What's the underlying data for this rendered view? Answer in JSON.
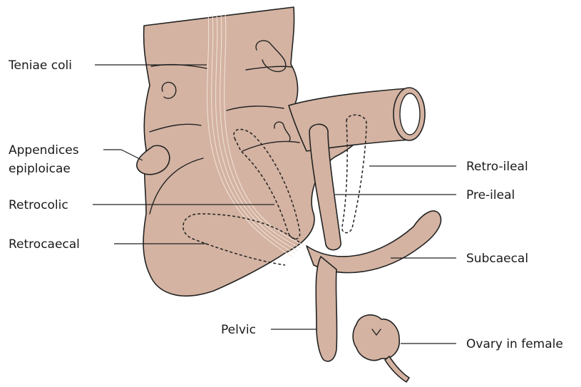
{
  "labels": {
    "teniae_coli": "Teniae coli",
    "appendices_line1": "Appendices",
    "appendices_line2": "epiploicae",
    "retrocolic": "Retrocolic",
    "retrocaecal": "Retrocaecal",
    "pelvic": "Pelvic",
    "retro_ileal": "Retro-ileal",
    "pre_ileal": "Pre-ileal",
    "subcaecal": "Subcaecal",
    "ovary": "Ovary in female"
  },
  "colors": {
    "tissue": "#d4b3a2",
    "outline": "#222222",
    "teniae_lines": "#f3e4da",
    "text": "#1a1a1a"
  }
}
